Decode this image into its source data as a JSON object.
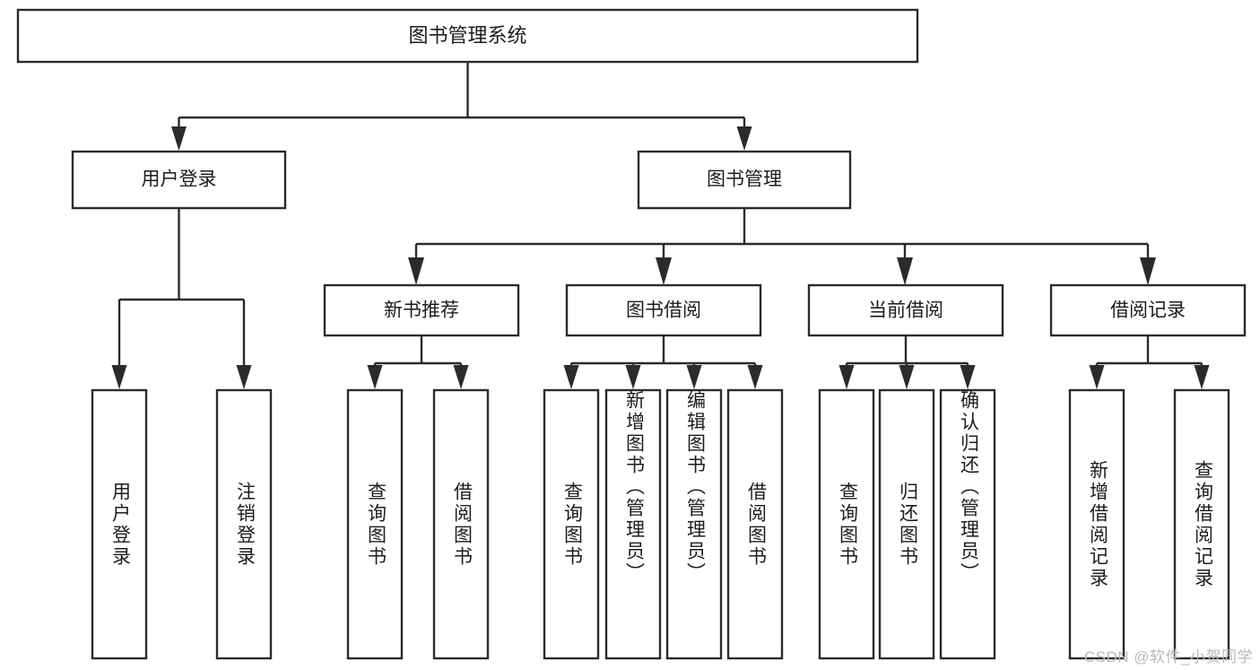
{
  "diagram": {
    "type": "tree",
    "title_node": {
      "label": "图书管理系统"
    },
    "level2": [
      {
        "id": "user-login",
        "label": "用户登录"
      },
      {
        "id": "book-management",
        "label": "图书管理"
      }
    ],
    "level3": [
      {
        "id": "new-book-recommend",
        "label": "新书推荐",
        "parent": "book-management"
      },
      {
        "id": "book-borrow",
        "label": "图书借阅",
        "parent": "book-management"
      },
      {
        "id": "current-borrow",
        "label": "当前借阅",
        "parent": "book-management"
      },
      {
        "id": "borrow-record",
        "label": "借阅记录",
        "parent": "book-management"
      }
    ],
    "leaves": [
      {
        "id": "leaf-user-login",
        "label": "用户登录",
        "parent": "user-login"
      },
      {
        "id": "leaf-logout-login",
        "label": "注销登录",
        "parent": "user-login"
      },
      {
        "id": "leaf-query-book-1",
        "label": "查询图书",
        "parent": "new-book-recommend"
      },
      {
        "id": "leaf-borrow-book-1",
        "label": "借阅图书",
        "parent": "new-book-recommend"
      },
      {
        "id": "leaf-query-book-2",
        "label": "查询图书",
        "parent": "book-borrow"
      },
      {
        "id": "leaf-add-book",
        "label": "新增图书（管理员）",
        "parent": "book-borrow"
      },
      {
        "id": "leaf-edit-book",
        "label": "编辑图书（管理员）",
        "parent": "book-borrow"
      },
      {
        "id": "leaf-borrow-book-2",
        "label": "借阅图书",
        "parent": "book-borrow"
      },
      {
        "id": "leaf-query-book-3",
        "label": "查询图书",
        "parent": "current-borrow"
      },
      {
        "id": "leaf-return-book",
        "label": "归还图书",
        "parent": "current-borrow"
      },
      {
        "id": "leaf-confirm-return",
        "label": "确认归还（管理员）",
        "parent": "current-borrow"
      },
      {
        "id": "leaf-add-record",
        "label": "新增借阅记录",
        "parent": "borrow-record"
      },
      {
        "id": "leaf-query-record",
        "label": "查询借阅记录",
        "parent": "borrow-record"
      }
    ],
    "colors": {
      "box_stroke": "#2b2b2b",
      "box_fill": "#ffffff",
      "text": "#1c1c1c",
      "connector": "#2b2b2b",
      "watermark": "#b9b9b9",
      "background": "#ffffff"
    }
  },
  "watermark": {
    "text": "CSDN @软件_小贺同学"
  }
}
